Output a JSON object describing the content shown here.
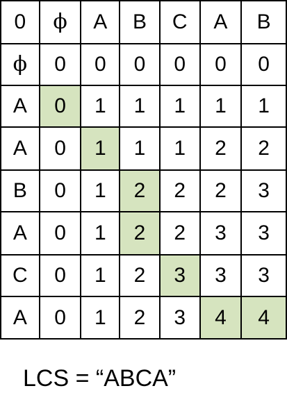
{
  "table": {
    "rows": [
      [
        "0",
        "ϕ",
        "A",
        "B",
        "C",
        "A",
        "B"
      ],
      [
        "ϕ",
        "0",
        "0",
        "0",
        "0",
        "0",
        "0"
      ],
      [
        "A",
        "0",
        "1",
        "1",
        "1",
        "1",
        "1"
      ],
      [
        "A",
        "0",
        "1",
        "1",
        "1",
        "2",
        "2"
      ],
      [
        "B",
        "0",
        "1",
        "2",
        "2",
        "2",
        "3"
      ],
      [
        "A",
        "0",
        "1",
        "2",
        "2",
        "3",
        "3"
      ],
      [
        "C",
        "0",
        "1",
        "2",
        "3",
        "3",
        "3"
      ],
      [
        "A",
        "0",
        "1",
        "2",
        "3",
        "4",
        "4"
      ]
    ],
    "highlighted_cells": [
      [
        2,
        1
      ],
      [
        3,
        2
      ],
      [
        4,
        3
      ],
      [
        5,
        3
      ],
      [
        6,
        4
      ],
      [
        7,
        5
      ],
      [
        7,
        6
      ]
    ],
    "highlight_color": "#d6e4bf"
  },
  "result": {
    "text": "LCS = “ABCA”"
  }
}
